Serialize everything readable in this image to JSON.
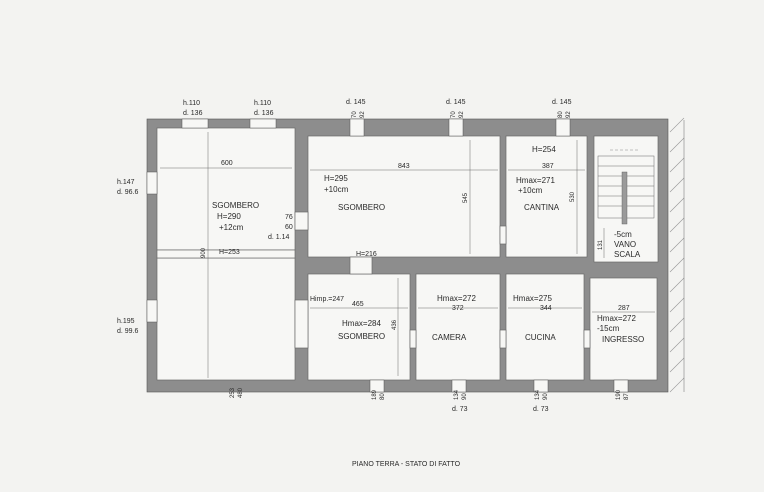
{
  "plan": {
    "caption": "PIANO TERRA - STATO DI FATTO",
    "rooms": {
      "sgombero_large": {
        "name": "SGOMBERO",
        "height": "H=290",
        "note": "+12cm"
      },
      "sgombero_mid": {
        "name": "SGOMBERO",
        "height": "H=295",
        "note": "+10cm"
      },
      "cantina": {
        "name": "CANTINA",
        "height": "Hmax=271",
        "note": "+10cm",
        "h2": "H=254"
      },
      "vano_scala": {
        "name1": "VANO",
        "name2": "SCALA",
        "note": "-5cm"
      },
      "sgombero_small": {
        "name": "SGOMBERO",
        "height": "Hmax=284",
        "himp": "Himp.=247"
      },
      "camera": {
        "name": "CAMERA",
        "height": "Hmax=272"
      },
      "cucina": {
        "name": "CUCINA",
        "height": "Hmax=275"
      },
      "ingresso": {
        "name": "INGRESSO",
        "height": "Hmax=272",
        "note": "-15cm"
      }
    },
    "labels": {
      "h253": "H=253",
      "h216": "H=216",
      "top1_h": "h.110",
      "top1_d": "d. 136",
      "top2_h": "h.110",
      "top2_d": "d. 136",
      "top3_d": "d. 145",
      "top4_d": "d. 145",
      "top5_d": "d. 145",
      "left1_h": "h.147",
      "left1_d": "d. 96.6",
      "left2_h": "h.195",
      "left2_d": "d. 99.6",
      "door_76": "76",
      "door_60": "60",
      "door_d": "d. 1.14",
      "bottom_d1": "d. 73",
      "bottom_d2": "d. 73"
    },
    "dims": {
      "d600": "600",
      "d843": "843",
      "d387": "387",
      "d545": "545",
      "d530": "530",
      "d131": "131",
      "d465": "465",
      "d372": "372",
      "d344": "344",
      "d287": "287",
      "d436": "436",
      "d900": "900",
      "d253b": "253",
      "d480": "480",
      "w70a": "70",
      "w92a": "92",
      "w70b": "70",
      "w92b": "92",
      "w80": "80",
      "w92c": "92",
      "b189": "189",
      "b80": "80",
      "b134a": "134",
      "b90a": "90",
      "b134b": "134",
      "b90b": "90",
      "b190": "190",
      "b87": "87"
    }
  }
}
